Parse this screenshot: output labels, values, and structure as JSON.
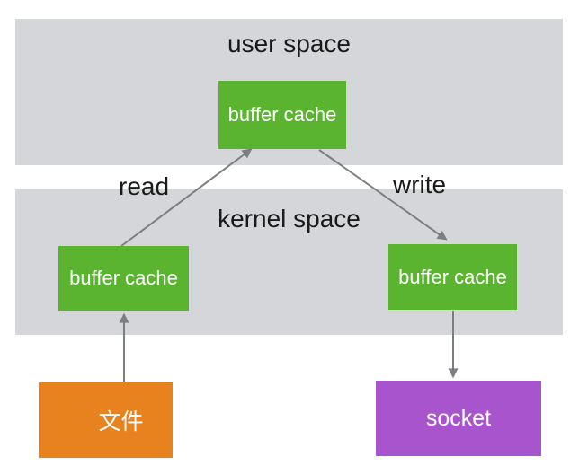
{
  "colors": {
    "band": "#d5d6d9",
    "node_green": "#5ab42f",
    "node_orange": "#e8821e",
    "node_purple": "#a855cd",
    "arrow": "#7d7e82",
    "label_text": "#1a1a1a",
    "node_text": "#ffffff"
  },
  "bands": {
    "user": {
      "label": "user space"
    },
    "kernel": {
      "label": "kernel space"
    }
  },
  "nodes": {
    "user_buffer_cache": {
      "label": "buffer cache"
    },
    "kernel_buffer_cache_read": {
      "label": "buffer cache"
    },
    "kernel_buffer_cache_write": {
      "label": "buffer cache"
    },
    "file": {
      "label": "文件"
    },
    "socket": {
      "label": "socket"
    }
  },
  "edges": {
    "read": {
      "label": "read",
      "from": "kernel_buffer_cache_read",
      "to": "user_buffer_cache"
    },
    "write": {
      "label": "write",
      "from": "user_buffer_cache",
      "to": "kernel_buffer_cache_write"
    },
    "file_to_kernel_buffer": {
      "label": "",
      "from": "file",
      "to": "kernel_buffer_cache_read"
    },
    "kernel_buffer_to_socket": {
      "label": "",
      "from": "kernel_buffer_cache_write",
      "to": "socket"
    }
  }
}
